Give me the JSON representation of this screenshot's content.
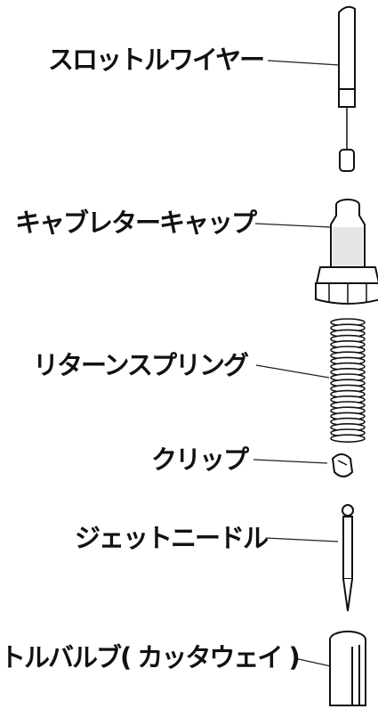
{
  "diagram": {
    "parts": [
      {
        "id": "throttle-wire",
        "label": "スロットルワイヤー"
      },
      {
        "id": "carburetor-cap",
        "label": "キャブレターキャップ"
      },
      {
        "id": "return-spring",
        "label": "リターンスプリング"
      },
      {
        "id": "clip",
        "label": "クリップ"
      },
      {
        "id": "jet-needle",
        "label": "ジェットニードル"
      },
      {
        "id": "throttle-valve",
        "label": "トルバルブ( カッタウェイ )"
      }
    ]
  }
}
